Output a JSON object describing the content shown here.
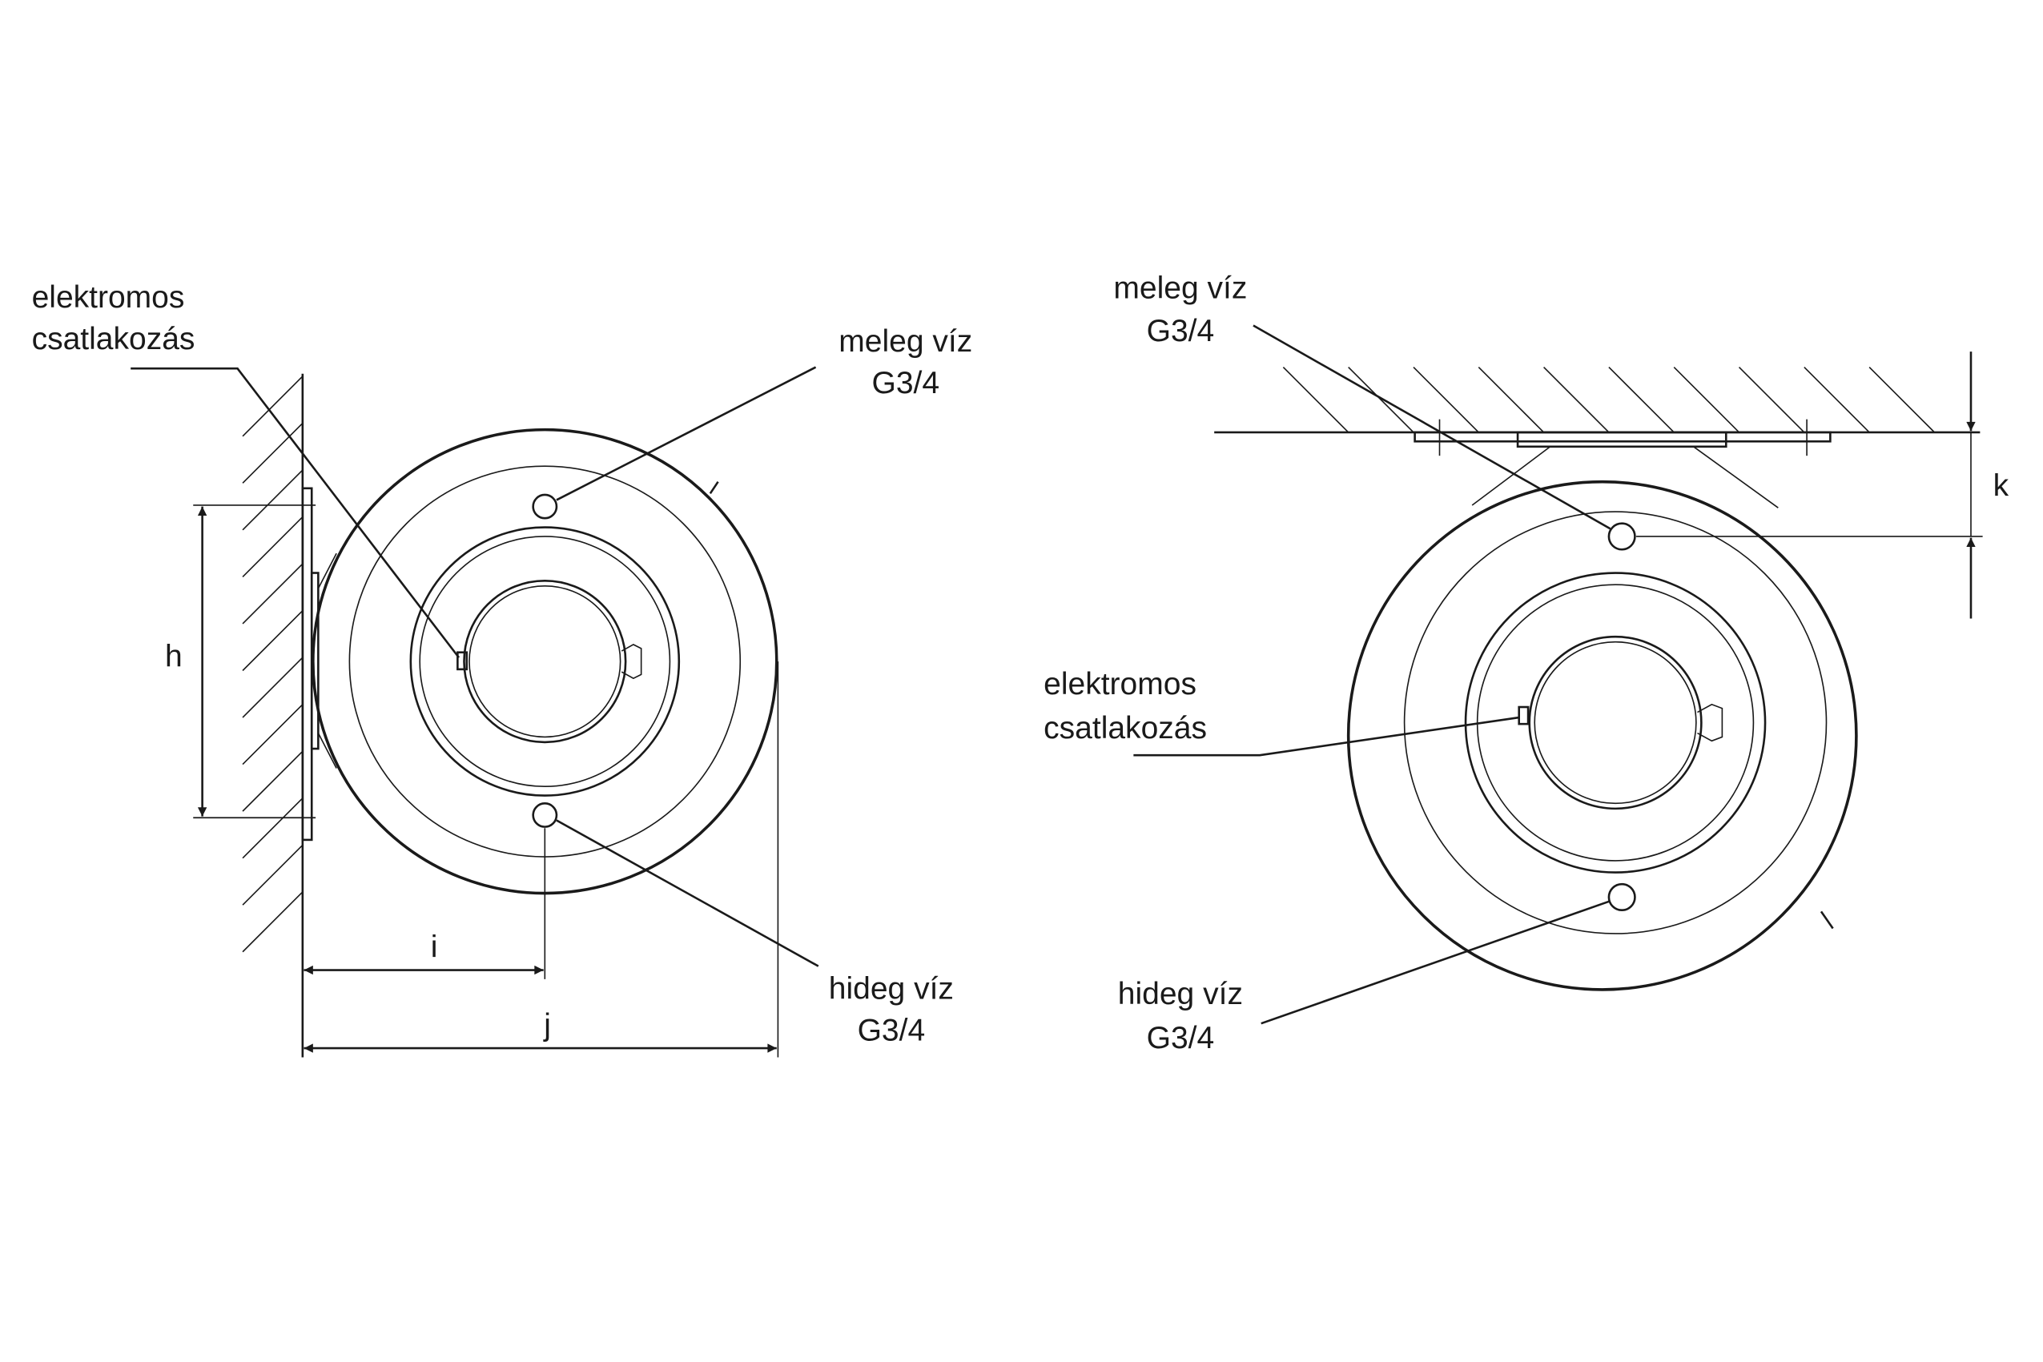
{
  "left_view": {
    "labels": {
      "electrical": [
        "elektromos",
        "csatlakozás"
      ],
      "hot_water": [
        "meleg víz",
        "G3/4"
      ],
      "cold_water": [
        "hideg víz",
        "G3/4"
      ]
    },
    "dimensions": {
      "h": "h",
      "i": "i",
      "j": "j"
    }
  },
  "right_view": {
    "labels": {
      "hot_water": [
        "meleg víz",
        "G3/4"
      ],
      "electrical": [
        "elektromos",
        "csatlakozás"
      ],
      "cold_water": [
        "hideg víz",
        "G3/4"
      ]
    },
    "dimensions": {
      "k": "k"
    }
  },
  "colors": {
    "line": "#1a1a1a",
    "background": "#ffffff"
  }
}
